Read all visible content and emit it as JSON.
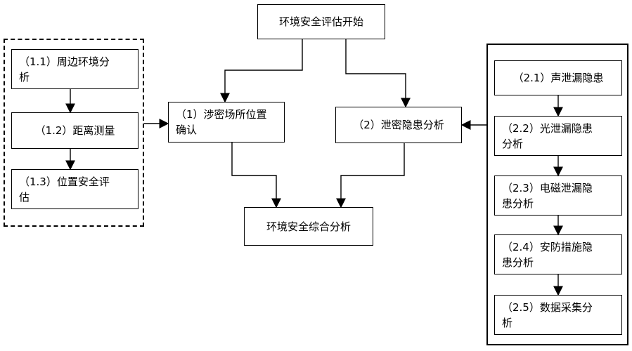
{
  "nodes": {
    "start": "环境安全评估开始",
    "n1": "（1）涉密场所位置\n确认",
    "n2": "（2）泄密隐患分析",
    "final": "环境安全综合分析",
    "n1_1": "（1.1）周边环境分\n析",
    "n1_2": "（1.2）距离测量",
    "n1_3": "（1.3）位置安全评\n估",
    "n2_1": "（2.1）声泄漏隐患",
    "n2_2": "（2.2）光泄漏隐患\n分析",
    "n2_3": "（2.3）电磁泄漏隐\n患分析",
    "n2_4": "（2.4）安防措施隐\n患分析",
    "n2_5": "（2.5）数据采集分\n析"
  }
}
